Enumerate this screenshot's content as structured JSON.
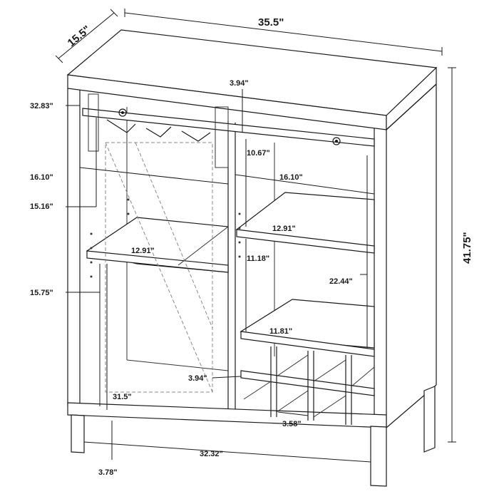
{
  "dimensions": {
    "depth": "15.5\"",
    "width": "35.5\"",
    "height": "41.75\"",
    "top_to_rail": "32.83\"",
    "rail_gap": "3.94\"",
    "left_interior_width": "16.10\"",
    "right_interior_width": "16.10\"",
    "right_top_height": "10.67\"",
    "left_upper_height": "15.16\"",
    "left_shelf_depth": "12.91\"",
    "right_shelf_depth": "12.91\"",
    "right_middle_height": "11.18\"",
    "right_column_height": "22.44\"",
    "left_lower_height": "15.75\"",
    "wine_shelf_depth": "11.81\"",
    "bottom_gap": "3.94\"",
    "left_column_height": "31.5\"",
    "leg_height": "3.78\"",
    "inner_width": "32.32\"",
    "cubby_width": "3.58\""
  }
}
